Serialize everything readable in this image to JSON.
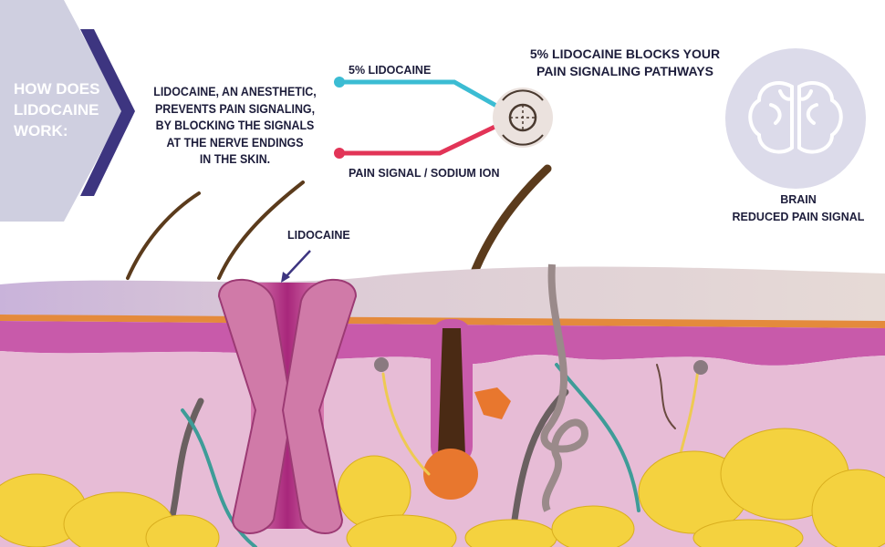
{
  "side_panel": {
    "title_lines": [
      "HOW DOES",
      "LIDOCAINE",
      "WORK:"
    ]
  },
  "intro_lines": [
    "LIDOCAINE, AN ANESTHETIC,",
    "PREVENTS PAIN SIGNALING,",
    "BY BLOCKING THE SIGNALS",
    "AT THE  NERVE ENDINGS",
    "IN THE SKIN."
  ],
  "pathway": {
    "lidocaine_label": "5% LIDOCAINE",
    "pain_label": "PAIN SIGNAL / SODIUM ION",
    "headline_lines": [
      "5% LIDOCAINE BLOCKS YOUR",
      "PAIN SIGNALING PATHWAYS"
    ],
    "brain_lines": [
      "BRAIN",
      "REDUCED PAIN SIGNAL"
    ]
  },
  "skin": {
    "channel_label": "LIDOCAINE"
  },
  "colors": {
    "lidocaine": "#3bbcd3",
    "pain": "#e23457",
    "panel": "#cfcfe0",
    "chevron": "#3d3580",
    "text": "#1d1d3b"
  }
}
